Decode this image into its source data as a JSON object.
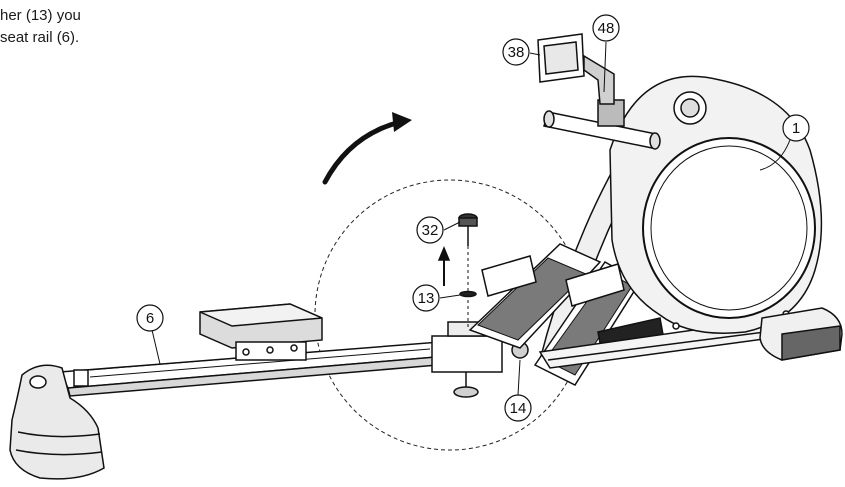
{
  "instructions": {
    "line1": "her (13) you",
    "line2": "seat rail (6)."
  },
  "callouts": {
    "c38": "38",
    "c48": "48",
    "c1": "1",
    "c32": "32",
    "c13": "13",
    "c6": "6",
    "c14": "14"
  },
  "colors": {
    "ink": "#111111",
    "gray": "#bdbdbd",
    "light": "#e6e6e6"
  }
}
